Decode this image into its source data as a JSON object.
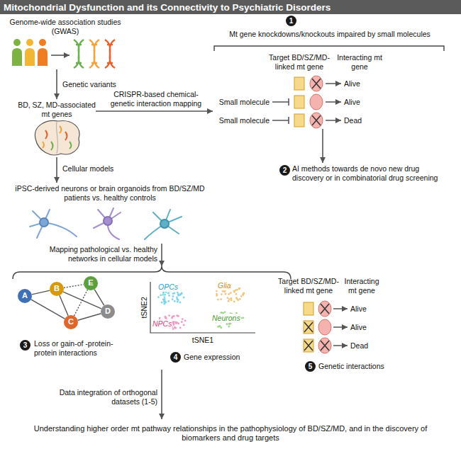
{
  "diagram": {
    "title": "Mitochondrial Dysfunction and its Connectivity to Psychiatric Disorders",
    "nodes": [
      {
        "text": [
          "Genome-wide association studies (GWAS)"
        ]
      },
      {
        "text": [
          "BD, SZ, MD-associated mt genes"
        ]
      },
      {
        "text": [
          "iPSC-derived neurons or brain organoids from BD/SZ/MD patients vs. healthy controls"
        ]
      },
      {
        "text": [
          "Mt gene knockdowns/knockouts impaired by small molecules"
        ]
      },
      {
        "text": [
          "AI methods towards de novo new drug discovery or in combinatorial drug screening"
        ]
      },
      {
        "text": [
          "A"
        ]
      },
      {
        "text": [
          "B"
        ]
      },
      {
        "text": [
          "C"
        ]
      },
      {
        "text": [
          "D"
        ]
      },
      {
        "text": [
          "E"
        ]
      },
      {
        "text": [
          "Understanding higher order mt pathway relationships in the pathophysiology of BD/SZ/MD, and in the discovery of biomarkers and drug targets"
        ]
      }
    ],
    "edges": [
      {
        "from": 0,
        "to": 1,
        "label": "Genetic variants",
        "arrow": "to"
      },
      {
        "from": 1,
        "to": 3,
        "label": "CRISPR-based chemical-genetic interaction mapping",
        "arrow": "to"
      },
      {
        "from": 1,
        "to": 2,
        "label": "Cellular models",
        "arrow": "to"
      },
      {
        "from": 3,
        "to": 4,
        "arrow": "to"
      },
      {
        "from": 5,
        "to": 6,
        "arrow": "none"
      },
      {
        "from": 5,
        "to": 7,
        "arrow": "none"
      },
      {
        "from": 6,
        "to": 7,
        "arrow": "none"
      },
      {
        "from": 6,
        "to": 9,
        "arrow": "none"
      },
      {
        "from": 6,
        "to": 8,
        "arrow": "none"
      },
      {
        "from": 9,
        "to": 8,
        "arrow": "none"
      },
      {
        "from": 7,
        "to": 8,
        "arrow": "none"
      },
      {
        "from": 7,
        "to": 9,
        "arrow": "none"
      }
    ],
    "labels": [
      "1",
      "Target BD/SZ/MD-linked mt gene",
      "Interacting mt gene",
      "Alive",
      "Small molecule",
      "Alive",
      "Small molecule",
      "Dead",
      "2",
      "Mapping pathological vs. healthy networks in cellular models",
      "3",
      "Loss or gain-of -protein-protein interactions",
      "tSNE2",
      "tSNE1",
      "OPCs",
      "Glia",
      "NPCs",
      "Neurons",
      "4",
      "Gene expression",
      "Target BD/SZ/MD-linked mt gene",
      "Interacting mt gene",
      "Alive",
      "Alive",
      "Dead",
      "5",
      "Genetic interactions",
      "Data integration of orthogonal datasets (1-5)"
    ]
  }
}
